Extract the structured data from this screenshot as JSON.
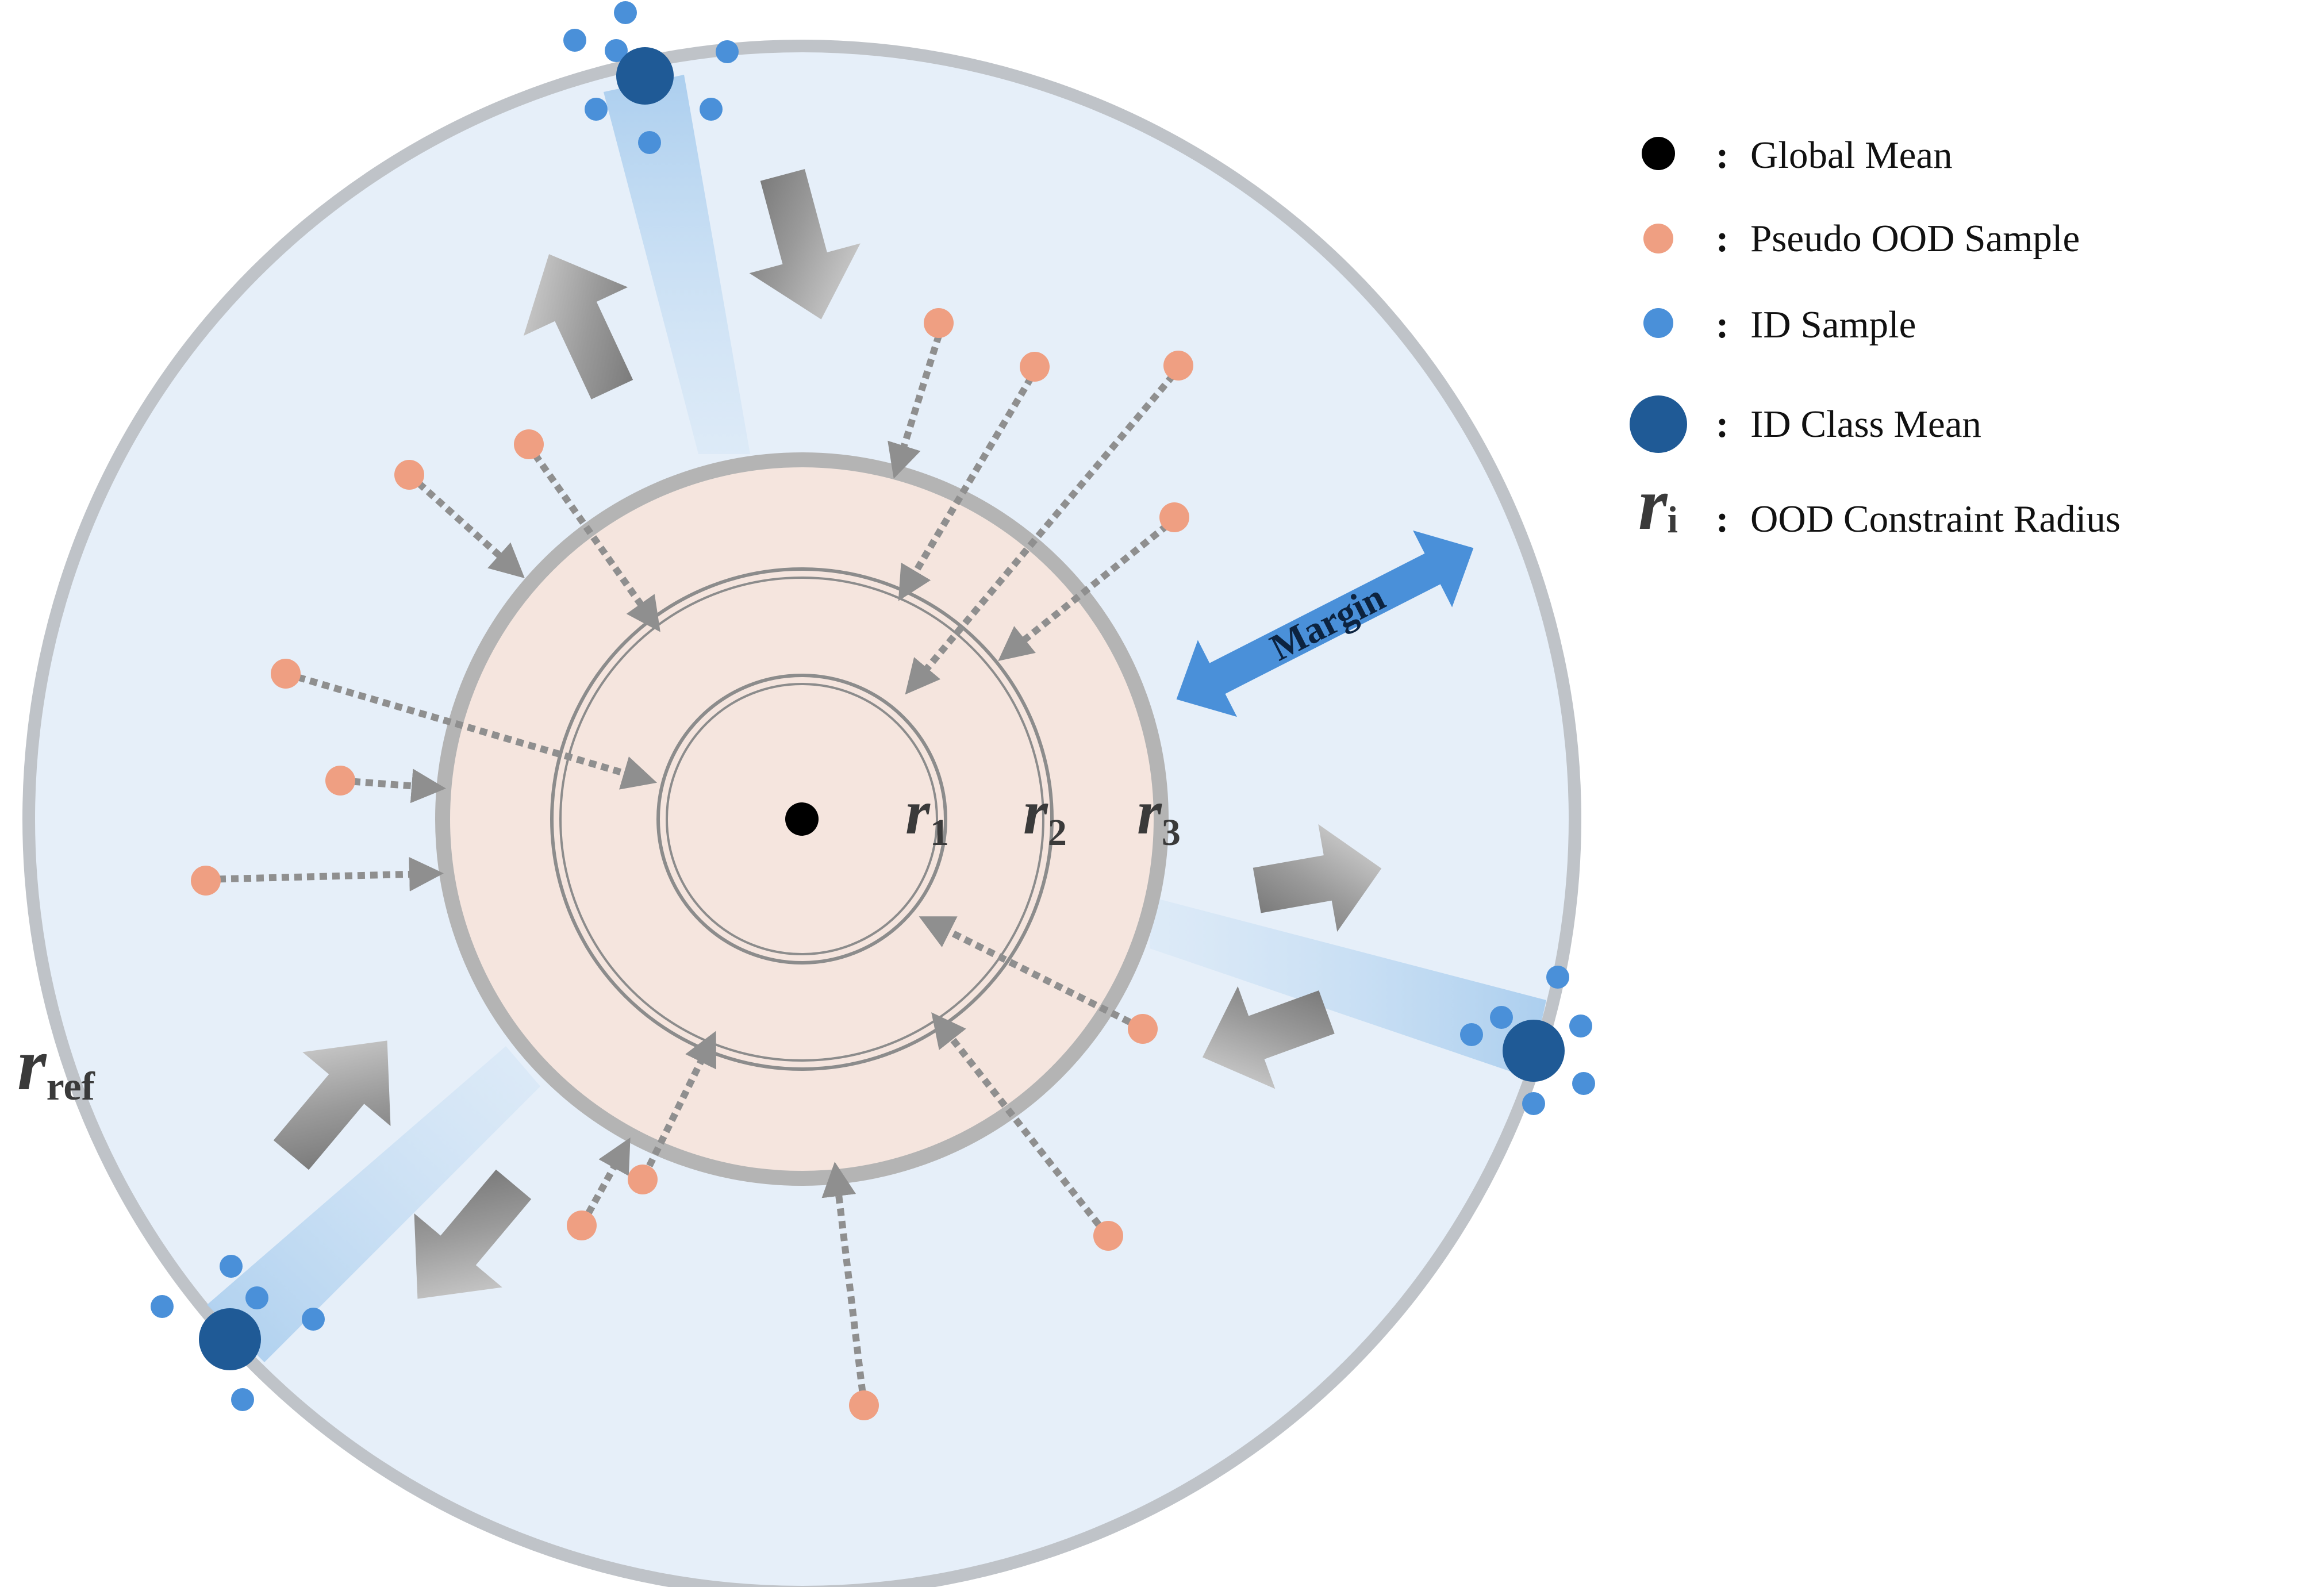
{
  "radii": {
    "r1": {
      "symbol": "r",
      "subscript": "1"
    },
    "r2": {
      "symbol": "r",
      "subscript": "2"
    },
    "r3": {
      "symbol": "r",
      "subscript": "3"
    },
    "ref": {
      "symbol": "r",
      "subscript": "ref"
    }
  },
  "margin": {
    "label": "Margin"
  },
  "legend": {
    "colon": ":",
    "items": [
      {
        "key": "global_mean",
        "label": "Global Mean"
      },
      {
        "key": "pseudo_ood",
        "label": "Pseudo OOD Sample"
      },
      {
        "key": "id_sample",
        "label": "ID Sample"
      },
      {
        "key": "id_class_mean",
        "label": "ID Class Mean"
      },
      {
        "key": "constraint_radius",
        "symbol": "r",
        "subscript": "i",
        "label": "OOD Constraint Radius"
      }
    ]
  },
  "colors": {
    "outer_fill": "#e6eff9",
    "outer_ring": "#bfc3c8",
    "inner_fill": "#f5e5de",
    "inner_ring": "#b4b4b4",
    "ring_line": "#8c8c8c",
    "global_mean": "#000000",
    "pseudo_ood": "#ef9f82",
    "id_sample": "#4a90d9",
    "id_class_mean": "#1f5a96",
    "margin_arrow": "#4a90d9",
    "dotted_arrow": "#8f8f8f"
  }
}
